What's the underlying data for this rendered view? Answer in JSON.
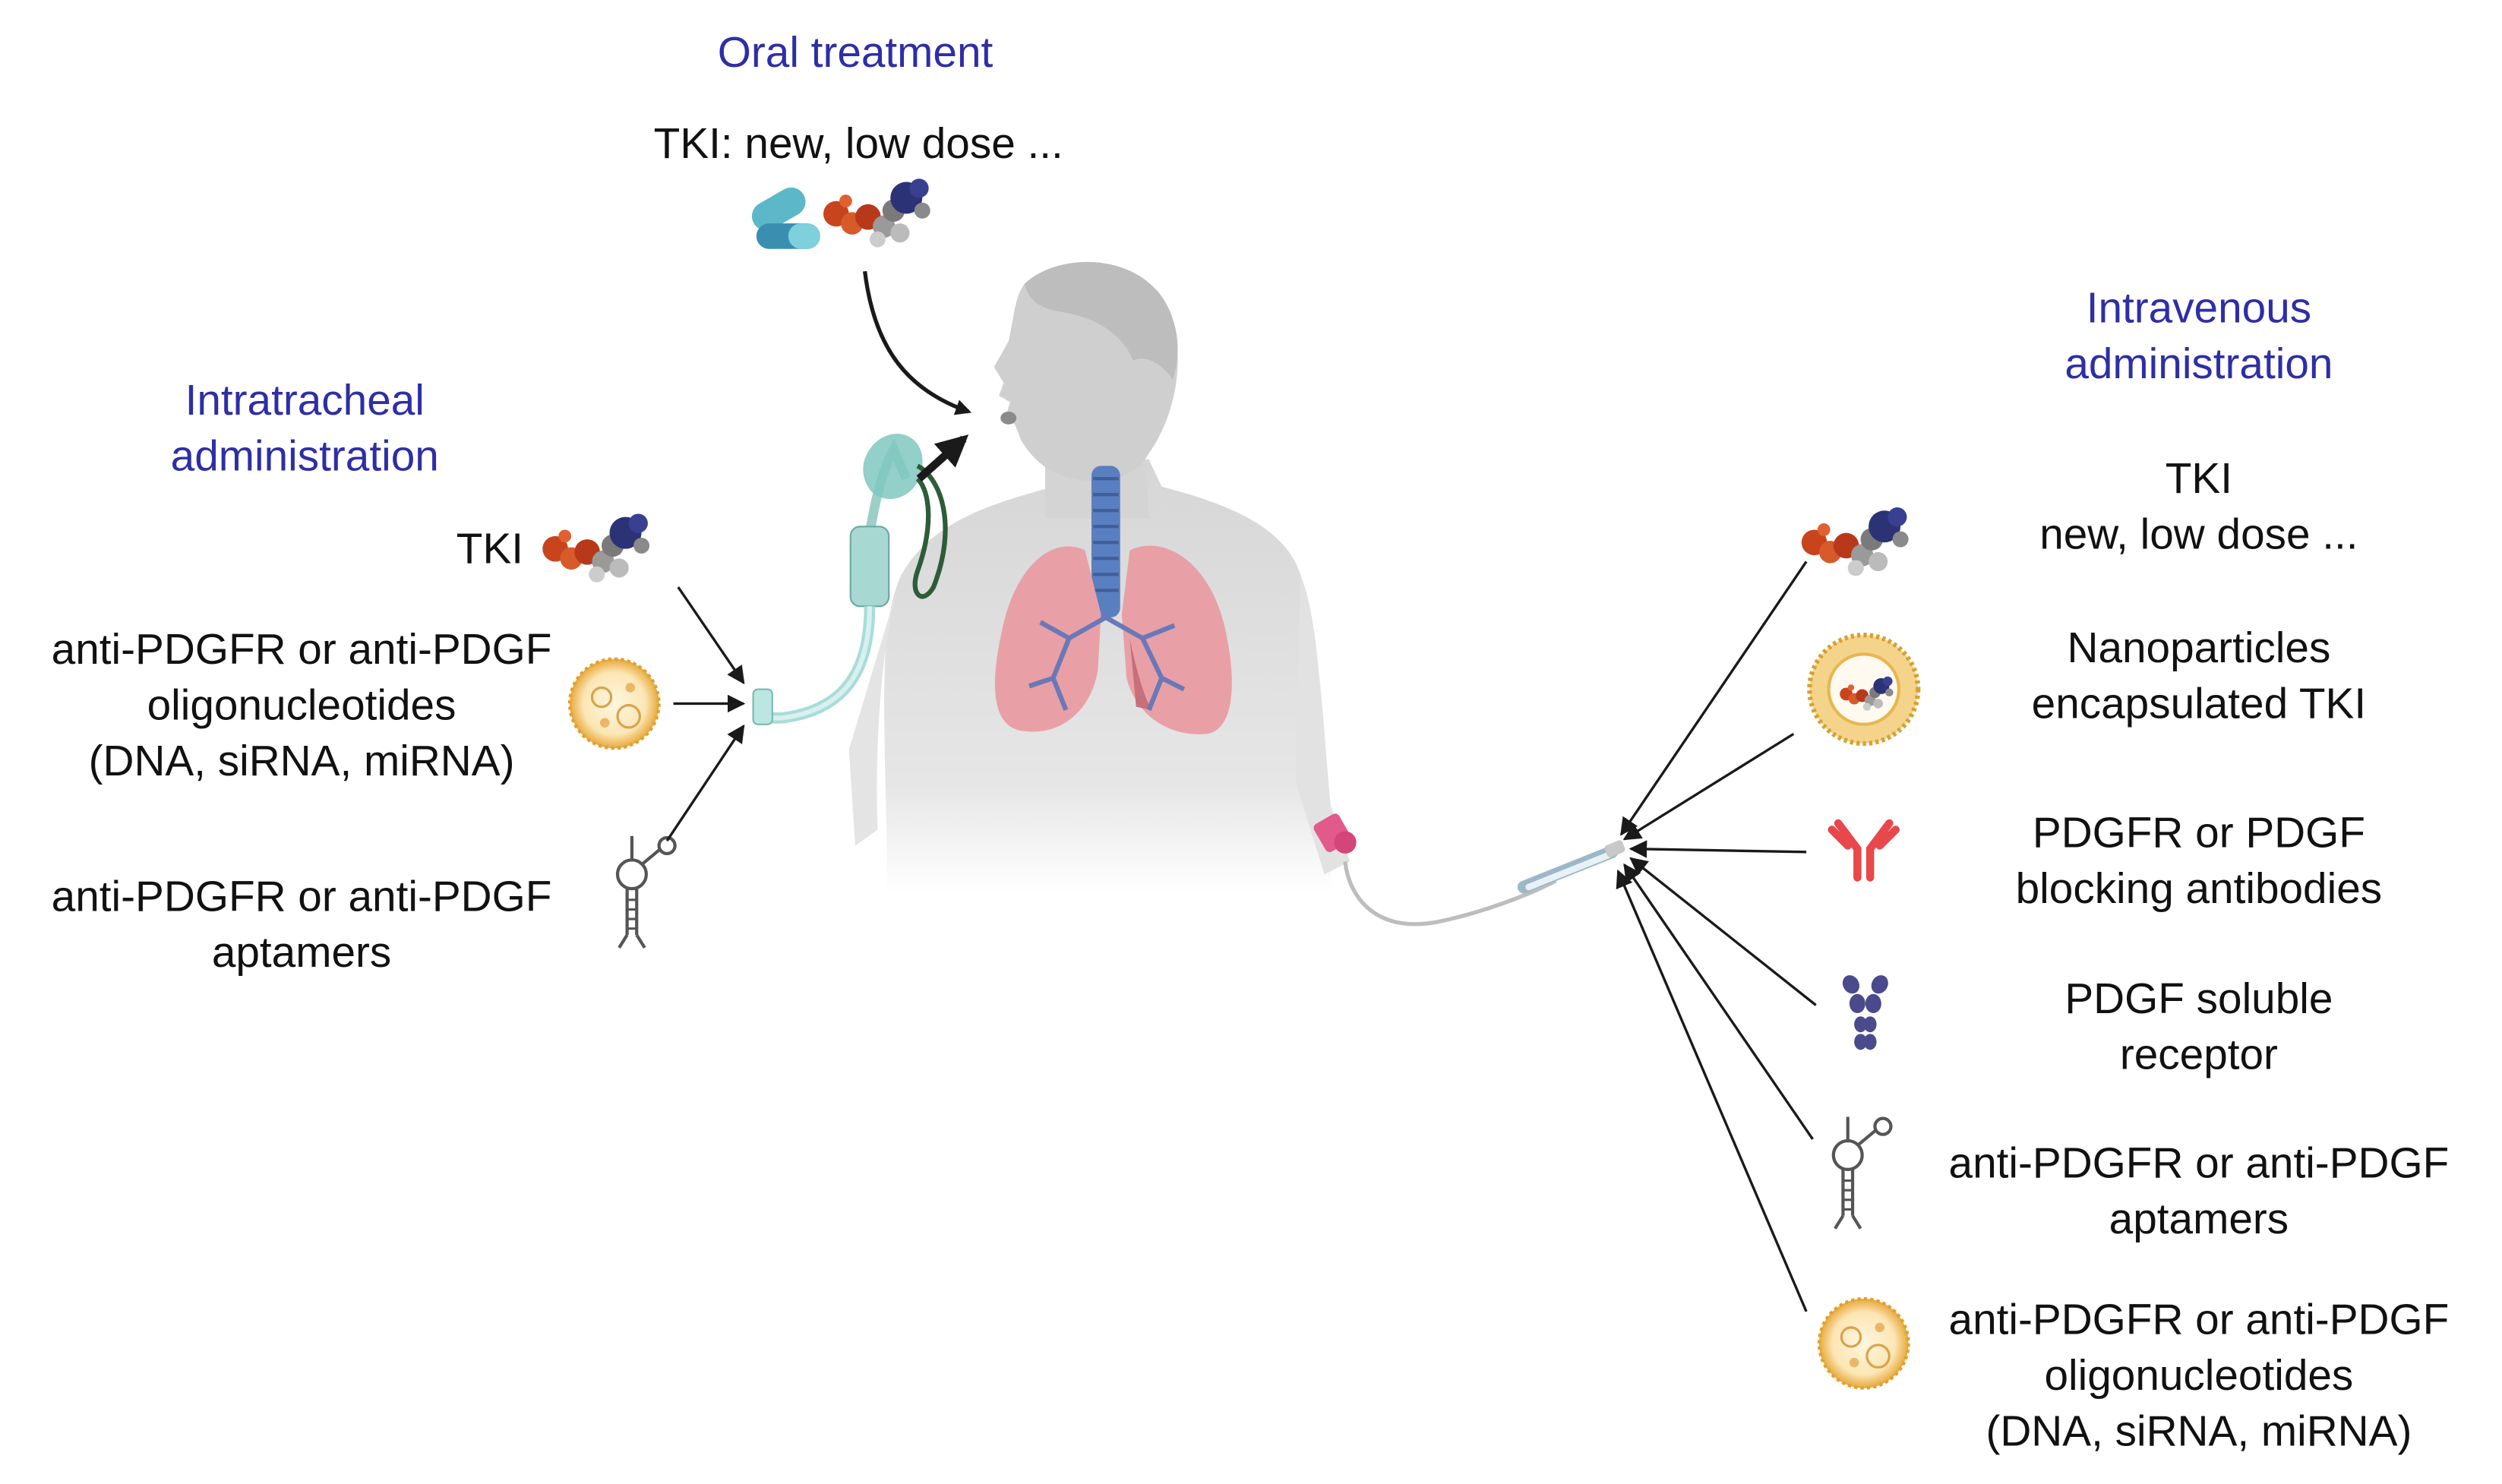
{
  "colors": {
    "heading": "#2e2ea6",
    "text": "#111111",
    "arrow": "#1a1a1a",
    "lungs": "#e8a0a6",
    "trachea": "#5a7fc0",
    "skin": "#dcdcdc",
    "antibody": "#e8474c",
    "soluble_receptor": "#4a4a8c",
    "liposome": "#e8b040",
    "mask": "#7fc8c0"
  },
  "oral": {
    "heading": "Oral treatment",
    "drug": "TKI: new, low dose  ..."
  },
  "intratracheal": {
    "heading_line1": "Intratracheal",
    "heading_line2": "administration",
    "items": [
      {
        "icon": "tki-molecule-icon",
        "lines": [
          "TKI"
        ]
      },
      {
        "icon": "liposome-icon",
        "lines": [
          "anti-PDGFR or anti-PDGF",
          "oligonucleotides",
          "(DNA, siRNA, miRNA)"
        ]
      },
      {
        "icon": "aptamer-icon",
        "lines": [
          "anti-PDGFR or anti-PDGF",
          "aptamers"
        ]
      }
    ]
  },
  "intravenous": {
    "heading_line1": "Intravenous",
    "heading_line2": "administration",
    "items": [
      {
        "icon": "tki-molecule-icon",
        "lines": [
          "TKI",
          "new, low dose  ..."
        ]
      },
      {
        "icon": "nanoparticle-icon",
        "lines": [
          "Nanoparticles",
          "encapsulated TKI"
        ]
      },
      {
        "icon": "antibody-icon",
        "lines": [
          "PDGFR  or PDGF",
          "blocking antibodies"
        ]
      },
      {
        "icon": "soluble-receptor-icon",
        "lines": [
          "PDGF soluble",
          "receptor"
        ]
      },
      {
        "icon": "aptamer-icon",
        "lines": [
          "anti-PDGFR or anti-PDGF",
          "aptamers"
        ]
      },
      {
        "icon": "liposome-icon",
        "lines": [
          "anti-PDGFR or anti-PDGF",
          "oligonucleotides",
          "(DNA, siRNA, miRNA)"
        ]
      }
    ]
  }
}
